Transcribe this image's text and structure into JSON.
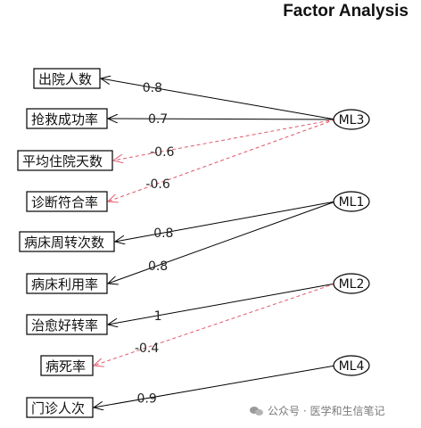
{
  "title": "Factor Analysis",
  "watermark": "公众号 · 医学和生信笔记",
  "colors": {
    "positive": "#000000",
    "negative": "#e05a6e",
    "text": "#111111"
  },
  "indicators": [
    "出院人数",
    "抢救成功率",
    "平均住院天数",
    "诊断符合率",
    "病床周转次数",
    "病床利用率",
    "治愈好转率",
    "病死率",
    "门诊人次"
  ],
  "factors": [
    "ML3",
    "ML1",
    "ML2",
    "ML4"
  ],
  "loadings": [
    {
      "factor": "ML3",
      "indicator": "出院人数",
      "label": "0.8",
      "value": 0.8
    },
    {
      "factor": "ML3",
      "indicator": "抢救成功率",
      "label": "0.7",
      "value": 0.7
    },
    {
      "factor": "ML3",
      "indicator": "平均住院天数",
      "label": "-0.6",
      "value": -0.6
    },
    {
      "factor": "ML3",
      "indicator": "诊断符合率",
      "label": "-0.6",
      "value": -0.6
    },
    {
      "factor": "ML1",
      "indicator": "病床周转次数",
      "label": "0.8",
      "value": 0.8
    },
    {
      "factor": "ML1",
      "indicator": "病床利用率",
      "label": "0.8",
      "value": 0.8
    },
    {
      "factor": "ML2",
      "indicator": "治愈好转率",
      "label": "1",
      "value": 1
    },
    {
      "factor": "ML2",
      "indicator": "病死率",
      "label": "-0.4",
      "value": -0.4
    },
    {
      "factor": "ML4",
      "indicator": "门诊人次",
      "label": "0.9",
      "value": 0.9
    }
  ]
}
